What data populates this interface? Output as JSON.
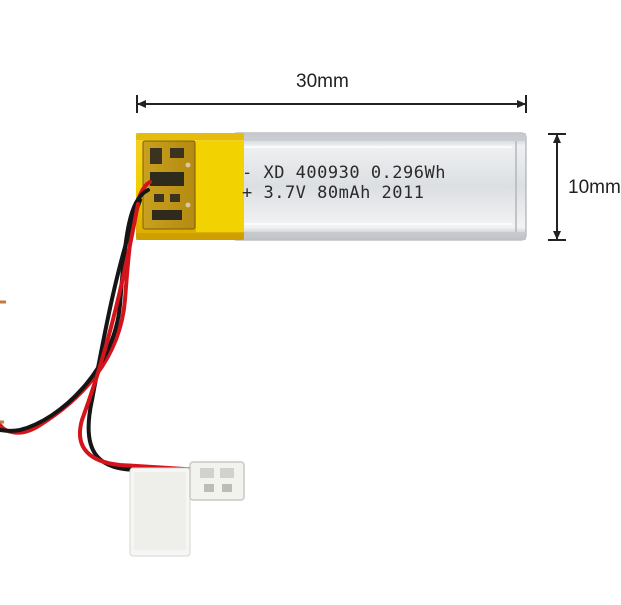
{
  "dimensions": {
    "width": "30mm",
    "height": "10mm"
  },
  "battery_label": {
    "line1": "- XD 400930 0.296Wh",
    "line2": "+ 3.7V 80mAh 2011"
  },
  "colors": {
    "background": "#ffffff",
    "cell_silver": "#cfd2d6",
    "kapton_tape": "#e8b800",
    "wire_red": "#d4141b",
    "wire_black": "#151515",
    "connector": "#f2f2ef"
  }
}
